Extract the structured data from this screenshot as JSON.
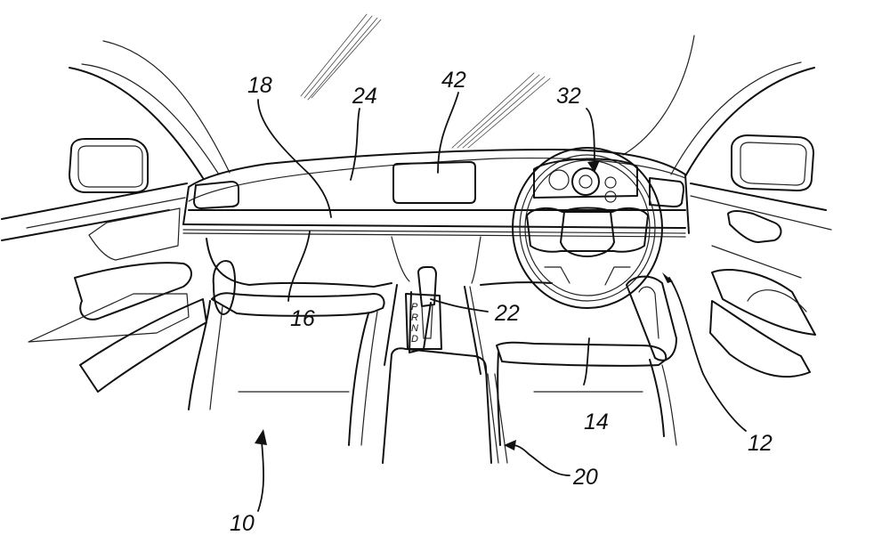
{
  "figure": {
    "title": "Vehicle interior with movable steering assembly (patent drawing)",
    "reference_numerals": {
      "vehicle": "10",
      "passenger_side_door_area": "12",
      "steering_column": "14",
      "dashboard_lower": "16",
      "dashboard_trim_line": "18",
      "center_console": "20",
      "gear_selector": "22",
      "dashboard_upper": "24",
      "instrument_cluster": "32",
      "center_display": "42"
    },
    "gear_positions": [
      "P",
      "R",
      "N",
      "D"
    ]
  }
}
